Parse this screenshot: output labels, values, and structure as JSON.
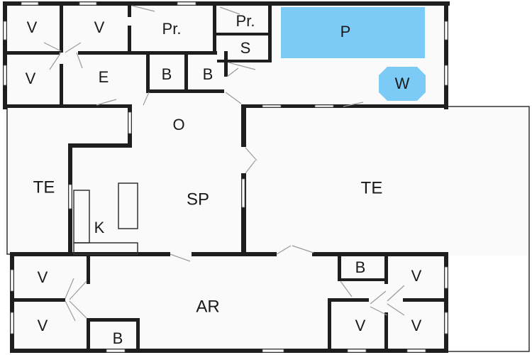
{
  "plan": {
    "rooms": [
      {
        "id": "v-top-left-1",
        "label": "V"
      },
      {
        "id": "v-top-left-2",
        "label": "V"
      },
      {
        "id": "pr-top",
        "label": "Pr."
      },
      {
        "id": "pr-small",
        "label": "Pr."
      },
      {
        "id": "pool",
        "label": "P"
      },
      {
        "id": "s-room",
        "label": "S"
      },
      {
        "id": "v-mid-left",
        "label": "V"
      },
      {
        "id": "e-room",
        "label": "E"
      },
      {
        "id": "b-top-1",
        "label": "B"
      },
      {
        "id": "b-top-2",
        "label": "B"
      },
      {
        "id": "whirlpool",
        "label": "W"
      },
      {
        "id": "o-room",
        "label": "O"
      },
      {
        "id": "te-left",
        "label": "TE"
      },
      {
        "id": "sp-room",
        "label": "SP"
      },
      {
        "id": "te-right",
        "label": "TE"
      },
      {
        "id": "k-kitchen",
        "label": "K"
      },
      {
        "id": "v-bottom-left-1",
        "label": "V"
      },
      {
        "id": "v-bottom-left-2",
        "label": "V"
      },
      {
        "id": "b-bottom-left",
        "label": "B"
      },
      {
        "id": "ar-room",
        "label": "AR"
      },
      {
        "id": "b-bottom-right",
        "label": "B"
      },
      {
        "id": "v-bottom-right-1",
        "label": "V"
      },
      {
        "id": "v-bottom-right-2",
        "label": "V"
      },
      {
        "id": "v-bottom-right-3",
        "label": "V"
      }
    ],
    "colors": {
      "pool": "#7ccbf7",
      "walls": "#1e1e1e"
    }
  }
}
